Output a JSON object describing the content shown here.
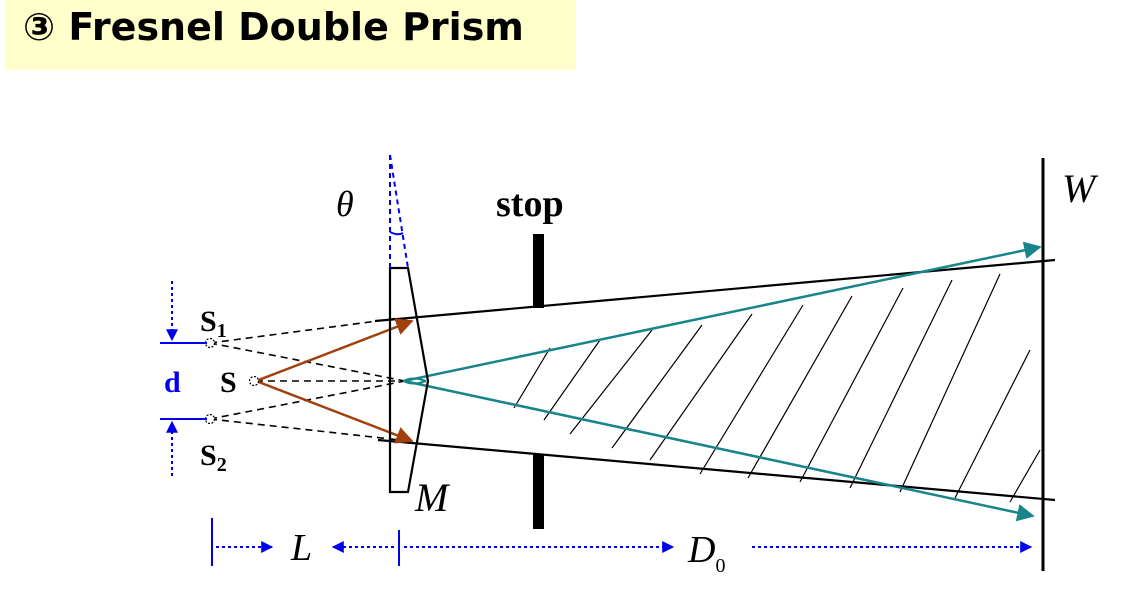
{
  "title": "③ Fresnel Double Prism",
  "labels": {
    "theta": "θ",
    "stop": "stop",
    "screen": "W",
    "source": "S",
    "s1_base": "S",
    "s1_sub": "1",
    "s2_base": "S",
    "s2_sub": "2",
    "separation": "d",
    "prism": "M",
    "dist_L": "L",
    "dist_D_base": "D",
    "dist_D_sub": "0"
  },
  "colors": {
    "title_bg": "#ffffcc",
    "dim_blue": "#0000ee",
    "ray_brown": "#a0400f",
    "ray_teal": "#17858a",
    "line": "#000000"
  }
}
